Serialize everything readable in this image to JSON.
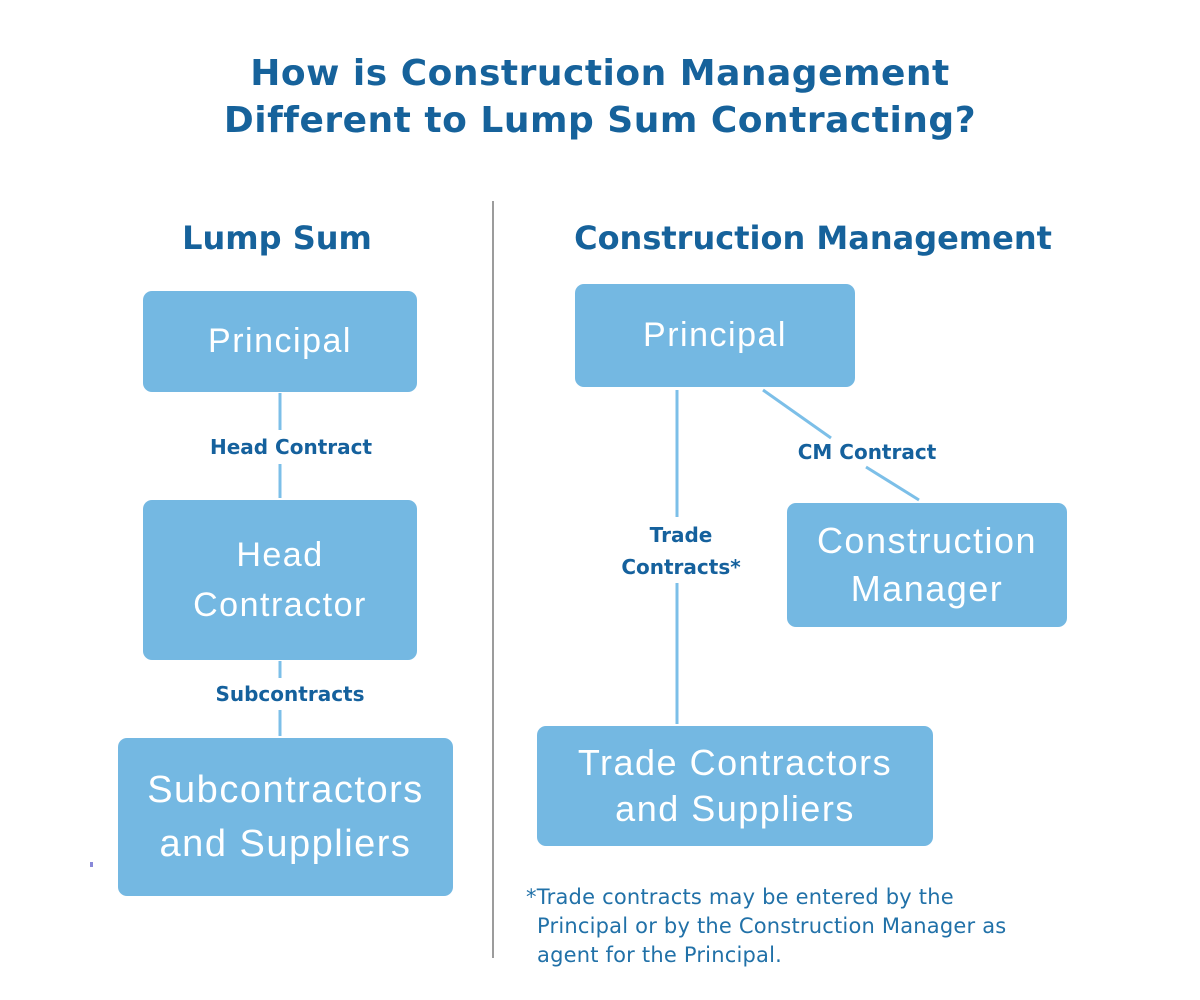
{
  "title": {
    "line1": "How is Construction Management",
    "line2": "Different to Lump Sum Contracting?"
  },
  "lump_sum": {
    "heading": "Lump Sum",
    "principal": "Principal",
    "head_contract_label": "Head Contract",
    "head_contractor_line1": "Head",
    "head_contractor_line2": "Contractor",
    "subcontracts_label": "Subcontracts",
    "subcontractors_line1": "Subcontractors",
    "subcontractors_line2": "and Suppliers"
  },
  "construction_management": {
    "heading": "Construction Management",
    "principal": "Principal",
    "cm_contract_label": "CM Contract",
    "trade_contracts_label_line1": "Trade",
    "trade_contracts_label_line2": "Contracts*",
    "construction_manager_line1": "Construction",
    "construction_manager_line2": "Manager",
    "trade_contractors_line1": "Trade Contractors",
    "trade_contractors_line2": "and Suppliers",
    "footnote_line1": "*Trade contracts may be entered by the",
    "footnote_line2": "Principal or by the Construction Manager as",
    "footnote_line3": "agent for the Principal."
  },
  "colors": {
    "title_blue": "#16629b",
    "heading_blue": "#16629b",
    "label_blue": "#15619d",
    "footnote_blue": "#2171a8",
    "box_fill": "#74b8e2",
    "box_text": "#ffffff",
    "connector_blue": "#7cbfe8",
    "divider_gray": "#9c9c9c"
  }
}
